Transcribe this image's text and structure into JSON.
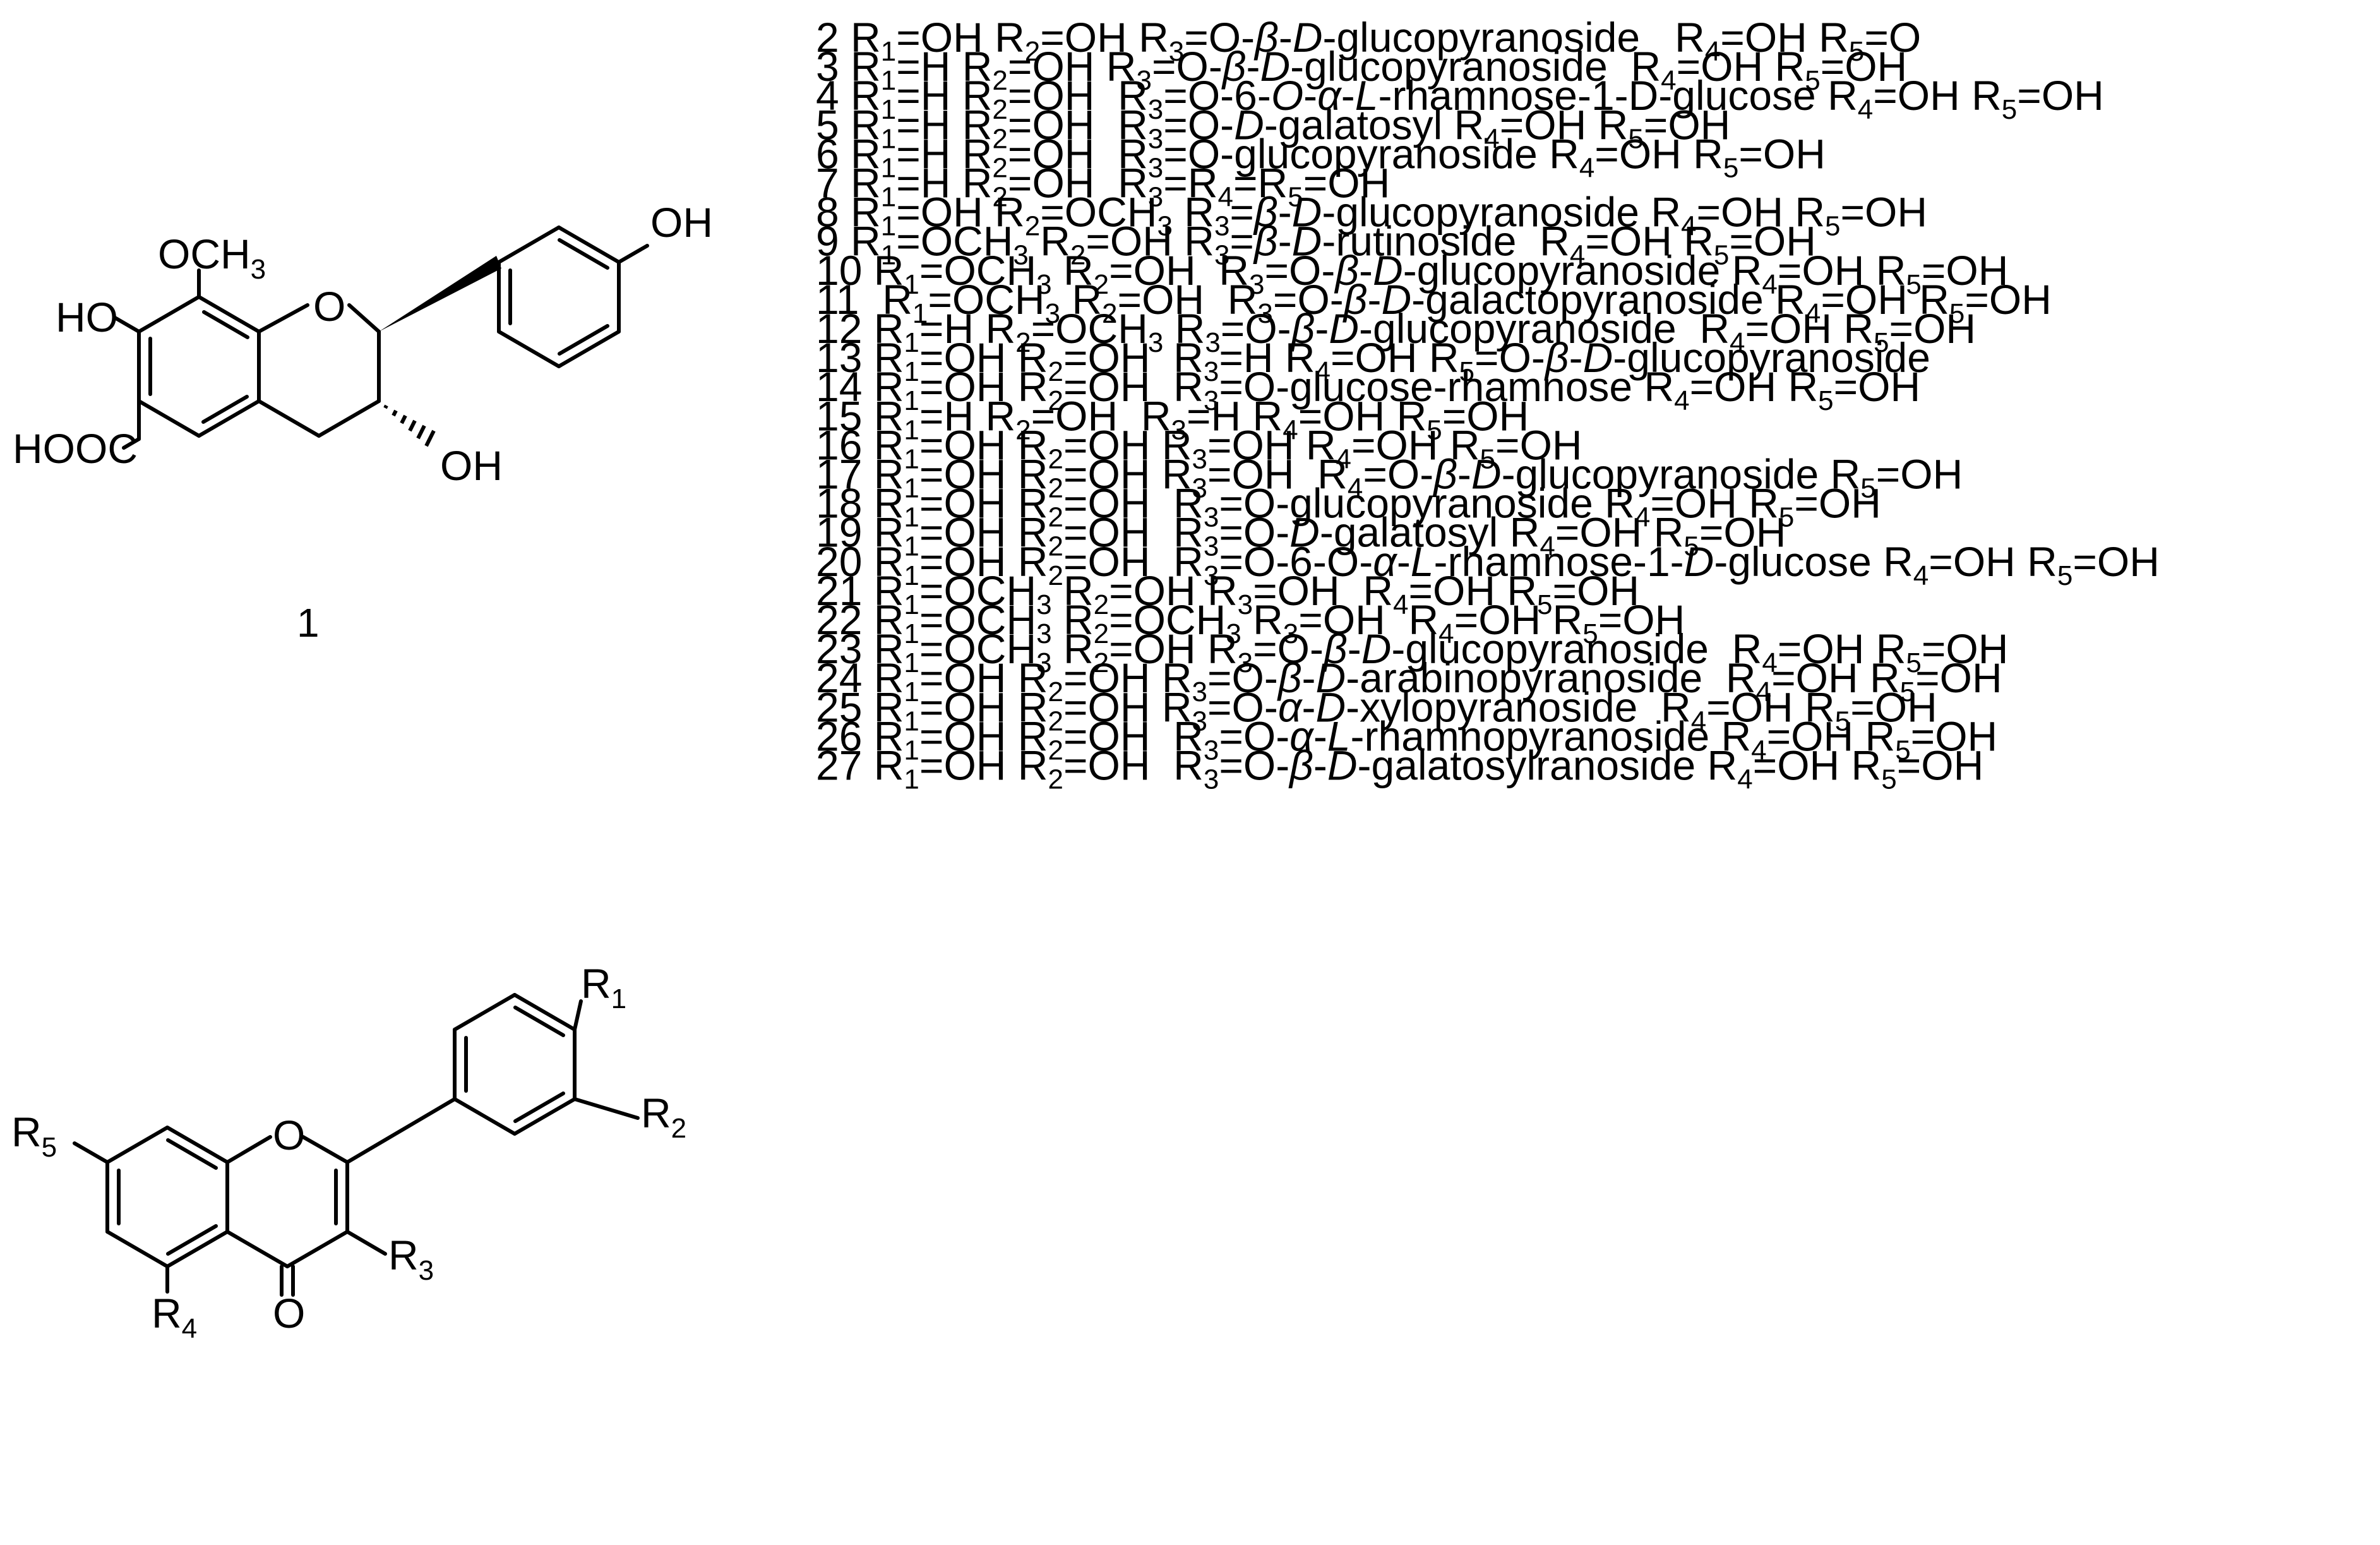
{
  "structure1": {
    "number": "1",
    "atoms": {
      "methoxy": "OCH",
      "methoxy_sub": "3",
      "ring_o": "O",
      "phenol_oh": "OH",
      "ho_left": "HO",
      "hooc": "HOOC",
      "c3_oh": "OH"
    }
  },
  "structure2": {
    "atoms": {
      "r1": "R",
      "r1_sub": "1",
      "r2": "R",
      "r2_sub": "2",
      "r3": "R",
      "r3_sub": "3",
      "r4": "R",
      "r4_sub": "4",
      "r5": "R",
      "r5_sub": "5",
      "ring_o": "O",
      "keto_o": "O"
    }
  },
  "compounds": [
    [
      {
        "t": "2 R"
      },
      {
        "t": "1",
        "sub": true
      },
      {
        "t": "=OH R"
      },
      {
        "t": "2",
        "sub": true
      },
      {
        "t": "=OH R"
      },
      {
        "t": "3",
        "sub": true
      },
      {
        "t": "=O-"
      },
      {
        "t": "β",
        "it": true
      },
      {
        "t": "-"
      },
      {
        "t": "D",
        "it": true
      },
      {
        "t": "-glucopyranoside   R"
      },
      {
        "t": "4",
        "sub": true
      },
      {
        "t": "=OH R"
      },
      {
        "t": "5",
        "sub": true
      },
      {
        "t": "=O"
      }
    ],
    [
      {
        "t": "3 R"
      },
      {
        "t": "1",
        "sub": true
      },
      {
        "t": "=H R"
      },
      {
        "t": "2",
        "sub": true
      },
      {
        "t": "=OH R"
      },
      {
        "t": "3",
        "sub": true
      },
      {
        "t": "=O-"
      },
      {
        "t": "β",
        "it": true
      },
      {
        "t": "-"
      },
      {
        "t": "D",
        "it": true
      },
      {
        "t": "-glucopyranoside  R"
      },
      {
        "t": "4",
        "sub": true
      },
      {
        "t": "=OH R"
      },
      {
        "t": "5",
        "sub": true
      },
      {
        "t": "=OH"
      }
    ],
    [
      {
        "t": "4 R"
      },
      {
        "t": "1",
        "sub": true
      },
      {
        "t": "=H R"
      },
      {
        "t": "2",
        "sub": true
      },
      {
        "t": "=OH  R"
      },
      {
        "t": "3",
        "sub": true
      },
      {
        "t": "=O-6-"
      },
      {
        "t": "O",
        "it": true
      },
      {
        "t": "-"
      },
      {
        "t": "α",
        "it": true
      },
      {
        "t": "-"
      },
      {
        "t": "L",
        "it": true
      },
      {
        "t": "-rhamnose-1-D-glucose R"
      },
      {
        "t": "4",
        "sub": true
      },
      {
        "t": "=OH R"
      },
      {
        "t": "5",
        "sub": true
      },
      {
        "t": "=OH"
      }
    ],
    [
      {
        "t": "5 R"
      },
      {
        "t": "1",
        "sub": true
      },
      {
        "t": "=H R"
      },
      {
        "t": "2",
        "sub": true
      },
      {
        "t": "=OH  R"
      },
      {
        "t": "3",
        "sub": true
      },
      {
        "t": "=O-"
      },
      {
        "t": "D",
        "it": true
      },
      {
        "t": "-galatosyl R"
      },
      {
        "t": "4",
        "sub": true
      },
      {
        "t": "=OH R"
      },
      {
        "t": "5",
        "sub": true
      },
      {
        "t": "=OH"
      }
    ],
    [
      {
        "t": "6 R"
      },
      {
        "t": "1",
        "sub": true
      },
      {
        "t": "=H R"
      },
      {
        "t": "2",
        "sub": true
      },
      {
        "t": "=OH  R"
      },
      {
        "t": "3",
        "sub": true
      },
      {
        "t": "=O-glucopyranoside R"
      },
      {
        "t": "4",
        "sub": true
      },
      {
        "t": "=OH R"
      },
      {
        "t": "5",
        "sub": true
      },
      {
        "t": "=OH"
      }
    ],
    [
      {
        "t": "7 R"
      },
      {
        "t": "1",
        "sub": true
      },
      {
        "t": "=H R"
      },
      {
        "t": "2",
        "sub": true
      },
      {
        "t": "=OH  R"
      },
      {
        "t": "3",
        "sub": true
      },
      {
        "t": "=R"
      },
      {
        "t": "4",
        "sub": true
      },
      {
        "t": "=R"
      },
      {
        "t": "5",
        "sub": true
      },
      {
        "t": "=OH"
      }
    ],
    [
      {
        "t": "8 R"
      },
      {
        "t": "1",
        "sub": true
      },
      {
        "t": "=OH R"
      },
      {
        "t": "2",
        "sub": true
      },
      {
        "t": "=OCH"
      },
      {
        "t": "3",
        "sub": true
      },
      {
        "t": " R"
      },
      {
        "t": "3",
        "sub": true
      },
      {
        "t": "="
      },
      {
        "t": "β",
        "it": true
      },
      {
        "t": "-"
      },
      {
        "t": "D",
        "it": true
      },
      {
        "t": "-glucopyranoside R"
      },
      {
        "t": "4",
        "sub": true
      },
      {
        "t": "=OH R"
      },
      {
        "t": "5",
        "sub": true
      },
      {
        "t": "=OH"
      }
    ],
    [
      {
        "t": "9 R"
      },
      {
        "t": "1",
        "sub": true
      },
      {
        "t": "=OCH"
      },
      {
        "t": "3",
        "sub": true
      },
      {
        "t": " R"
      },
      {
        "t": "2",
        "sub": true
      },
      {
        "t": "=OH R"
      },
      {
        "t": "3",
        "sub": true
      },
      {
        "t": "="
      },
      {
        "t": "β",
        "it": true
      },
      {
        "t": "-"
      },
      {
        "t": "D",
        "it": true
      },
      {
        "t": "-rutinoside  R"
      },
      {
        "t": "4",
        "sub": true
      },
      {
        "t": "=OH R"
      },
      {
        "t": "5",
        "sub": true
      },
      {
        "t": "=OH"
      }
    ],
    [
      {
        "t": "10 R"
      },
      {
        "t": "1",
        "sub": true
      },
      {
        "t": "=OCH"
      },
      {
        "t": "3",
        "sub": true
      },
      {
        "t": " R"
      },
      {
        "t": "2",
        "sub": true
      },
      {
        "t": "=OH  R"
      },
      {
        "t": "3",
        "sub": true
      },
      {
        "t": "=O-"
      },
      {
        "t": "β",
        "it": true
      },
      {
        "t": "-"
      },
      {
        "t": "D",
        "it": true
      },
      {
        "t": "-glucopyranoside R"
      },
      {
        "t": "4",
        "sub": true
      },
      {
        "t": "=OH R"
      },
      {
        "t": "5",
        "sub": true
      },
      {
        "t": "=OH"
      }
    ],
    [
      {
        "t": "11  R"
      },
      {
        "t": "1",
        "sub": true
      },
      {
        "t": "=OCH"
      },
      {
        "t": "3",
        "sub": true
      },
      {
        "t": " R"
      },
      {
        "t": "2",
        "sub": true
      },
      {
        "t": "=OH  R"
      },
      {
        "t": "3",
        "sub": true
      },
      {
        "t": "=O-"
      },
      {
        "t": "β",
        "it": true
      },
      {
        "t": "-"
      },
      {
        "t": "D",
        "it": true
      },
      {
        "t": "-galactopyranoside R"
      },
      {
        "t": "4",
        "sub": true
      },
      {
        "t": "=OH R"
      },
      {
        "t": "5",
        "sub": true
      },
      {
        "t": "=OH"
      }
    ],
    [
      {
        "t": "12 R"
      },
      {
        "t": "1",
        "sub": true
      },
      {
        "t": "=H R"
      },
      {
        "t": "2",
        "sub": true
      },
      {
        "t": "=OCH"
      },
      {
        "t": "3",
        "sub": true
      },
      {
        "t": " R"
      },
      {
        "t": "3",
        "sub": true
      },
      {
        "t": "=O-"
      },
      {
        "t": "β",
        "it": true
      },
      {
        "t": "-"
      },
      {
        "t": "D",
        "it": true
      },
      {
        "t": "-glucopyranoside  R"
      },
      {
        "t": "4",
        "sub": true
      },
      {
        "t": "=OH R"
      },
      {
        "t": "5",
        "sub": true
      },
      {
        "t": "=OH"
      }
    ],
    [
      {
        "t": "13 R"
      },
      {
        "t": "1",
        "sub": true
      },
      {
        "t": "=OH R"
      },
      {
        "t": "2",
        "sub": true
      },
      {
        "t": "=OH  R"
      },
      {
        "t": "3",
        "sub": true
      },
      {
        "t": "=H R"
      },
      {
        "t": "4",
        "sub": true
      },
      {
        "t": "=OH R"
      },
      {
        "t": "5",
        "sub": true
      },
      {
        "t": "=O-"
      },
      {
        "t": "β",
        "it": true
      },
      {
        "t": "-"
      },
      {
        "t": "D",
        "it": true
      },
      {
        "t": "-glucopyranoside"
      }
    ],
    [
      {
        "t": "14 R"
      },
      {
        "t": "1",
        "sub": true
      },
      {
        "t": "=OH R"
      },
      {
        "t": "2",
        "sub": true
      },
      {
        "t": "=OH  R"
      },
      {
        "t": "3",
        "sub": true
      },
      {
        "t": "=O-glucose-rhamnose R"
      },
      {
        "t": "4",
        "sub": true
      },
      {
        "t": "=OH R"
      },
      {
        "t": "5",
        "sub": true
      },
      {
        "t": "=OH"
      }
    ],
    [
      {
        "t": "15 R"
      },
      {
        "t": "1",
        "sub": true
      },
      {
        "t": "=H R"
      },
      {
        "t": "2",
        "sub": true
      },
      {
        "t": "=OH  R"
      },
      {
        "t": "3",
        "sub": true
      },
      {
        "t": "=H R"
      },
      {
        "t": "4",
        "sub": true
      },
      {
        "t": "=OH R"
      },
      {
        "t": "5",
        "sub": true
      },
      {
        "t": "=OH"
      }
    ],
    [
      {
        "t": "16 R"
      },
      {
        "t": "1",
        "sub": true
      },
      {
        "t": "=OH R"
      },
      {
        "t": "2",
        "sub": true
      },
      {
        "t": "=OH R"
      },
      {
        "t": "3",
        "sub": true
      },
      {
        "t": "=OH R"
      },
      {
        "t": "4",
        "sub": true
      },
      {
        "t": "=OH R"
      },
      {
        "t": "5",
        "sub": true
      },
      {
        "t": "=OH"
      }
    ],
    [
      {
        "t": "17 R"
      },
      {
        "t": "1",
        "sub": true
      },
      {
        "t": "=OH R"
      },
      {
        "t": "2",
        "sub": true
      },
      {
        "t": "=OH R"
      },
      {
        "t": "3",
        "sub": true
      },
      {
        "t": "=OH  R"
      },
      {
        "t": "4",
        "sub": true
      },
      {
        "t": "=O-"
      },
      {
        "t": "β",
        "it": true
      },
      {
        "t": "-"
      },
      {
        "t": "D",
        "it": true
      },
      {
        "t": "-glucopyranoside R"
      },
      {
        "t": "5",
        "sub": true
      },
      {
        "t": "=OH"
      }
    ],
    [
      {
        "t": "18 R"
      },
      {
        "t": "1",
        "sub": true
      },
      {
        "t": "=OH R"
      },
      {
        "t": "2",
        "sub": true
      },
      {
        "t": "=OH  R"
      },
      {
        "t": "3",
        "sub": true
      },
      {
        "t": "=O-glucopyranoside R"
      },
      {
        "t": "4",
        "sub": true
      },
      {
        "t": "=OH R"
      },
      {
        "t": "5",
        "sub": true
      },
      {
        "t": "=OH"
      }
    ],
    [
      {
        "t": "19 R"
      },
      {
        "t": "1",
        "sub": true
      },
      {
        "t": "=OH R"
      },
      {
        "t": "2",
        "sub": true
      },
      {
        "t": "=OH  R"
      },
      {
        "t": "3",
        "sub": true
      },
      {
        "t": "=O-"
      },
      {
        "t": "D",
        "it": true
      },
      {
        "t": "-galatosyl R"
      },
      {
        "t": "4",
        "sub": true
      },
      {
        "t": "=OH R"
      },
      {
        "t": "5",
        "sub": true
      },
      {
        "t": "=OH"
      }
    ],
    [
      {
        "t": "20 R"
      },
      {
        "t": "1",
        "sub": true
      },
      {
        "t": "=OH R"
      },
      {
        "t": "2",
        "sub": true
      },
      {
        "t": "=OH  R"
      },
      {
        "t": "3",
        "sub": true
      },
      {
        "t": "=O-6-O-"
      },
      {
        "t": "α",
        "it": true
      },
      {
        "t": "-"
      },
      {
        "t": "L",
        "it": true
      },
      {
        "t": "-rhamnose-1-"
      },
      {
        "t": "D",
        "it": true
      },
      {
        "t": "-glucose R"
      },
      {
        "t": "4",
        "sub": true
      },
      {
        "t": "=OH R"
      },
      {
        "t": "5",
        "sub": true
      },
      {
        "t": "=OH"
      }
    ],
    [
      {
        "t": "21 R"
      },
      {
        "t": "1",
        "sub": true
      },
      {
        "t": "=OCH"
      },
      {
        "t": "3",
        "sub": true
      },
      {
        "t": " R"
      },
      {
        "t": "2",
        "sub": true
      },
      {
        "t": "=OH R"
      },
      {
        "t": "3",
        "sub": true
      },
      {
        "t": "=OH  R"
      },
      {
        "t": "4",
        "sub": true
      },
      {
        "t": "=OH R"
      },
      {
        "t": "5",
        "sub": true
      },
      {
        "t": "=OH"
      }
    ],
    [
      {
        "t": "22 R"
      },
      {
        "t": "1",
        "sub": true
      },
      {
        "t": "=OCH"
      },
      {
        "t": "3",
        "sub": true
      },
      {
        "t": " R"
      },
      {
        "t": "2",
        "sub": true
      },
      {
        "t": "=OCH"
      },
      {
        "t": "3",
        "sub": true
      },
      {
        "t": " R"
      },
      {
        "t": "3",
        "sub": true
      },
      {
        "t": "=OH  R"
      },
      {
        "t": "4",
        "sub": true
      },
      {
        "t": "=OH R"
      },
      {
        "t": "5",
        "sub": true
      },
      {
        "t": "=OH"
      }
    ],
    [
      {
        "t": "23 R"
      },
      {
        "t": "1",
        "sub": true
      },
      {
        "t": "=OCH"
      },
      {
        "t": "3",
        "sub": true
      },
      {
        "t": " R"
      },
      {
        "t": "2",
        "sub": true
      },
      {
        "t": "=OH R"
      },
      {
        "t": "3",
        "sub": true
      },
      {
        "t": "=O-"
      },
      {
        "t": "β",
        "it": true
      },
      {
        "t": "-"
      },
      {
        "t": "D",
        "it": true
      },
      {
        "t": "-glucopyranoside  R"
      },
      {
        "t": "4",
        "sub": true
      },
      {
        "t": "=OH R"
      },
      {
        "t": "5",
        "sub": true
      },
      {
        "t": "=OH"
      }
    ],
    [
      {
        "t": "24 R"
      },
      {
        "t": "1",
        "sub": true
      },
      {
        "t": "=OH R"
      },
      {
        "t": "2",
        "sub": true
      },
      {
        "t": "=OH R"
      },
      {
        "t": "3",
        "sub": true
      },
      {
        "t": "=O-"
      },
      {
        "t": "β",
        "it": true
      },
      {
        "t": "-"
      },
      {
        "t": "D",
        "it": true
      },
      {
        "t": "-arabinopyranoside  R"
      },
      {
        "t": "4",
        "sub": true
      },
      {
        "t": "=OH R"
      },
      {
        "t": "5",
        "sub": true
      },
      {
        "t": "=OH"
      }
    ],
    [
      {
        "t": "25 R"
      },
      {
        "t": "1",
        "sub": true
      },
      {
        "t": "=OH R"
      },
      {
        "t": "2",
        "sub": true
      },
      {
        "t": "=OH R"
      },
      {
        "t": "3",
        "sub": true
      },
      {
        "t": "=O-"
      },
      {
        "t": "α",
        "it": true
      },
      {
        "t": "-"
      },
      {
        "t": "D",
        "it": true
      },
      {
        "t": "-xylopyranoside  R"
      },
      {
        "t": "4",
        "sub": true
      },
      {
        "t": "=OH R"
      },
      {
        "t": "5",
        "sub": true
      },
      {
        "t": "=OH"
      }
    ],
    [
      {
        "t": "26 R"
      },
      {
        "t": "1",
        "sub": true
      },
      {
        "t": "=OH R"
      },
      {
        "t": "2",
        "sub": true
      },
      {
        "t": "=OH  R"
      },
      {
        "t": "3",
        "sub": true
      },
      {
        "t": "=O-"
      },
      {
        "t": "α",
        "it": true
      },
      {
        "t": "-"
      },
      {
        "t": "L",
        "it": true
      },
      {
        "t": "-rhamnopyranoside R"
      },
      {
        "t": "4",
        "sub": true
      },
      {
        "t": "=OH R"
      },
      {
        "t": "5",
        "sub": true
      },
      {
        "t": "=OH"
      }
    ],
    [
      {
        "t": "27 R"
      },
      {
        "t": "1",
        "sub": true
      },
      {
        "t": "=OH R"
      },
      {
        "t": "2",
        "sub": true
      },
      {
        "t": "=OH  R"
      },
      {
        "t": "3",
        "sub": true
      },
      {
        "t": "=O-"
      },
      {
        "t": "β",
        "it": true
      },
      {
        "t": "-"
      },
      {
        "t": "D",
        "it": true
      },
      {
        "t": "-galatosylranoside R"
      },
      {
        "t": "4",
        "sub": true
      },
      {
        "t": "=OH R"
      },
      {
        "t": "5",
        "sub": true
      },
      {
        "t": "=OH"
      }
    ]
  ]
}
